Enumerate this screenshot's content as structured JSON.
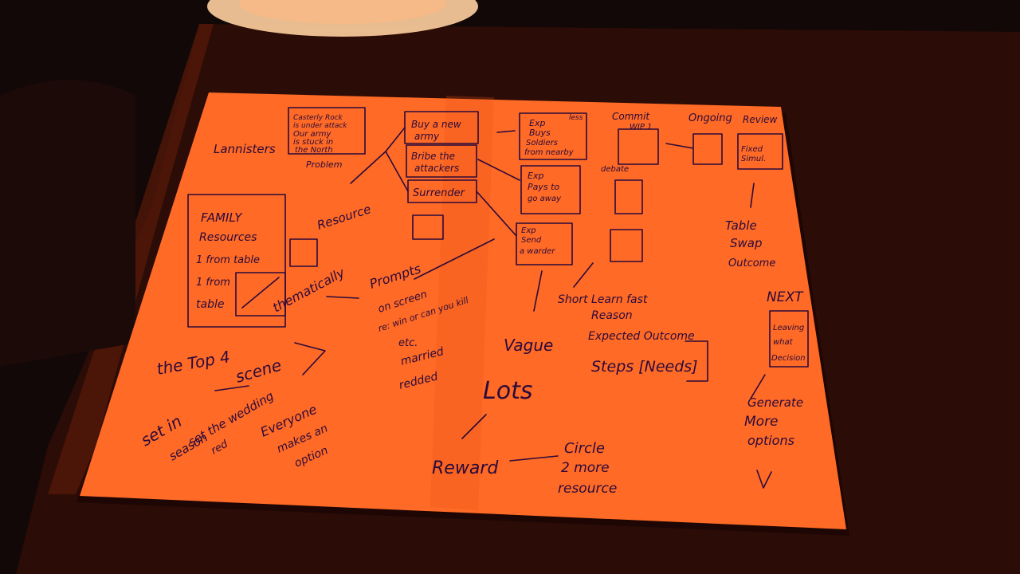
{
  "colors": {
    "background": "#120807",
    "table": "#2b0c06",
    "paper": "#ff6a26",
    "paper_edge": "#e85418",
    "ink": "#2a0a3a",
    "plate": "#ffd0a0"
  },
  "notes": {
    "lannisters": "Lannisters",
    "castlerock_1": "Casterly Rock",
    "castlerock_2": "is under attack",
    "castlerock_3": "Our army",
    "castlerock_4": "is stuck in",
    "castlerock_5": "the North",
    "problem": "Problem",
    "buy_1": "Buy a new",
    "buy_2": "army",
    "bribe_1": "Bribe the",
    "bribe_2": "attackers",
    "surrender": "Surrender",
    "exp1_1": "Exp",
    "exp1_2": "Buys",
    "exp1_3": "Soldiers",
    "exp1_4": "from nearby",
    "exp2_1": "Exp",
    "exp2_2": "Pays to",
    "exp2_3": "go away",
    "exp3_1": "Exp",
    "exp3_2": "Send",
    "exp3_3": "a warder",
    "less": "less",
    "commit_1": "Commit",
    "commit_2": "WIP 1",
    "ongoing": "Ongoing",
    "review": "Review",
    "fixed_1": "Fixed",
    "fixed_2": "Simul.",
    "debate": "debate",
    "table_swap_1": "Table",
    "table_swap_2": "Swap",
    "table_swap_3": "Outcome",
    "family_1": "FAMILY",
    "family_2": "Resources",
    "family_3": "1 from table",
    "family_4": "1 from",
    "family_5": "table",
    "resource": "Resource",
    "thematically": "thematically",
    "top4": "the Top 4",
    "prompts_1": "Prompts",
    "prompts_2": "on screen",
    "prompts_3": "re: win or can you kill",
    "prompts_4": "etc.",
    "prompts_5": "married",
    "prompts_6": "redded",
    "vague": "Vague",
    "lots": "Lots",
    "short_learn": "Short Learn fast",
    "reason": "Reason",
    "expected": "Expected Outcome",
    "steps": "Steps [Needs]",
    "next": "NEXT",
    "leaving_1": "Leaving",
    "leaving_2": "what",
    "leaving_3": "Decision",
    "generate_1": "Generate",
    "generate_2": "More",
    "generate_3": "options",
    "scene": "scene",
    "set_in": "set in",
    "season": "season",
    "set_wedding": "set the wedding",
    "red": "red",
    "everyone_1": "Everyone",
    "everyone_2": "makes an",
    "everyone_3": "option",
    "reward": "Reward",
    "circle_1": "Circle",
    "circle_2": "2 more",
    "circle_3": "resource"
  }
}
